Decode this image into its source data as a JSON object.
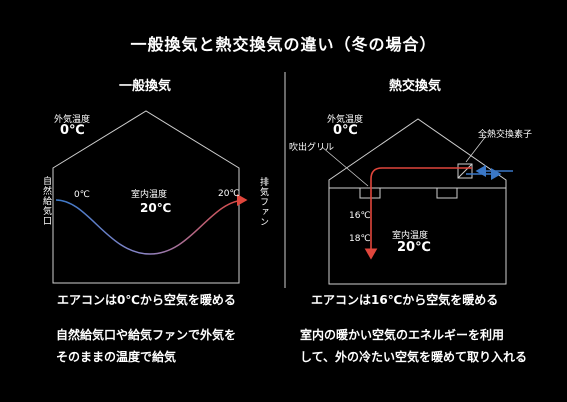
{
  "title": "一般換気と熱交換気の違い（冬の場合）",
  "left": {
    "heading": "一般換気",
    "outside_label": "外気温度",
    "outside_temp": "0℃",
    "inlet_label": "自然給気口",
    "inlet_temp": "0℃",
    "room_label": "室内温度",
    "room_temp": "20℃",
    "outlet_temp": "20℃",
    "outlet_label": "排気ファン",
    "caption": "エアコンは0℃から空気を暖める",
    "note_lines": [
      "自然給気口や給気ファンで外気を",
      "そのままの温度で給気"
    ]
  },
  "right": {
    "heading": "熱交換気",
    "outside_label": "外気温度",
    "outside_temp": "0℃",
    "grille_label": "吹出グリル",
    "element_label": "全熱交換素子",
    "temp_16": "16℃",
    "temp_18": "18℃",
    "room_label": "室内温度",
    "room_temp": "20℃",
    "caption": "エアコンは16℃から空気を暖める",
    "note_lines": [
      "室内の暖かい空気のエネルギーを利用",
      "して、外の冷たい空気を暖めて取り入れる"
    ]
  },
  "colors": {
    "cold": "#3a78c8",
    "warm": "#e0463c",
    "line": "#cfcfcf"
  }
}
